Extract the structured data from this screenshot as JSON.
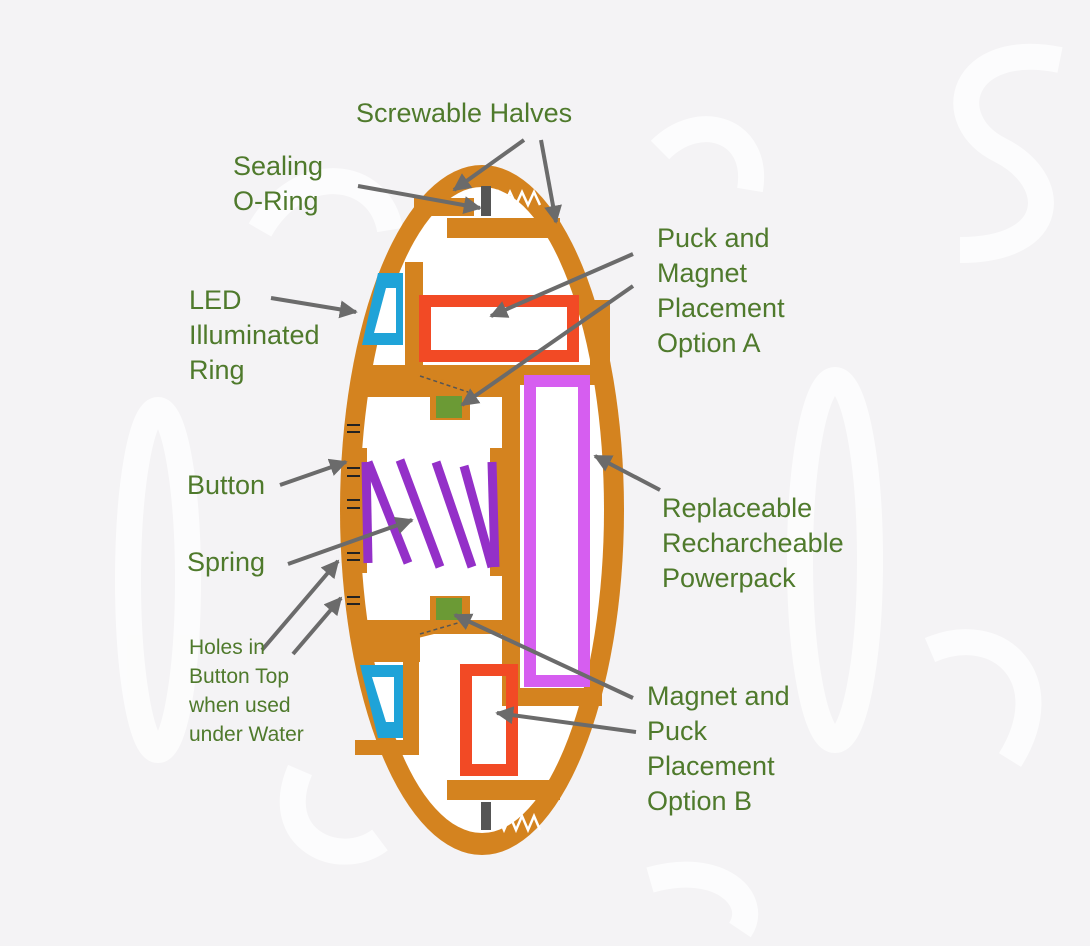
{
  "labels": {
    "screwable_halves": "Screwable Halves",
    "sealing_oring": [
      "Sealing",
      "O-Ring"
    ],
    "puck_magnet_a": [
      "Puck and",
      "Magnet",
      "Placement",
      "Option A"
    ],
    "led_ring": [
      "LED",
      "Illuminated",
      "Ring"
    ],
    "button": "Button",
    "spring": "Spring",
    "powerpack": [
      "Replaceable",
      "Recharcheable",
      "Powerpack"
    ],
    "holes": [
      "Holes in",
      "Button Top",
      "when used",
      "under Water"
    ],
    "magnet_puck_b": [
      "Magnet and",
      "Puck",
      "Placement",
      "Option B"
    ]
  },
  "colors": {
    "background": "#f4f3f5",
    "housing": "#d4831f",
    "housing_interior": "#ffffff",
    "label_text": "#4f7a2c",
    "arrow": "#6b6b6b",
    "led_ring": "#1fa3d8",
    "magnet_frame": "#f24a25",
    "powerpack": "#d65ef0",
    "spring": "#9430c8",
    "puck": "#6b9a35",
    "seal": "#555555"
  }
}
